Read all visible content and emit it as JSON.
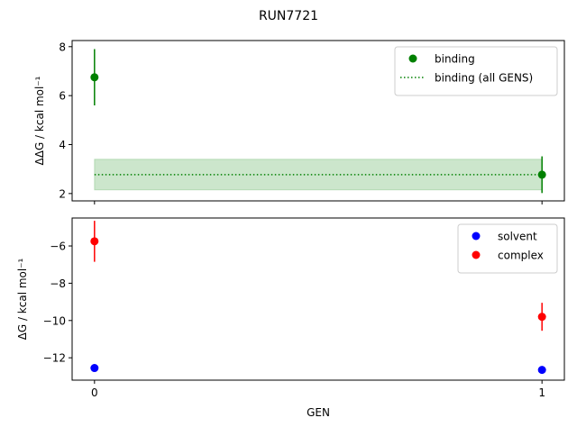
{
  "figure": {
    "title": "RUN7721"
  },
  "chart_data": [
    {
      "type": "scatter",
      "ylabel": "ΔΔG / kcal mol⁻¹",
      "xlim": [
        -0.05,
        1.05
      ],
      "ylim": [
        1.7,
        8.25
      ],
      "yticks": [
        2,
        4,
        6,
        8
      ],
      "xticks": [
        0,
        1
      ],
      "xticklabels_visible": false,
      "legend_position": "top-right",
      "series": [
        {
          "name": "binding",
          "kind": "points",
          "color": "#008000",
          "x": [
            0,
            1
          ],
          "y": [
            6.75,
            2.77
          ],
          "err": [
            1.15,
            0.75
          ]
        }
      ],
      "band": {
        "name": "binding (all GENS)",
        "color": "#008000",
        "x": [
          0,
          1
        ],
        "y": 2.77,
        "lower": 2.15,
        "upper": 3.4,
        "style": "dotted"
      }
    },
    {
      "type": "scatter",
      "ylabel": "ΔG / kcal mol⁻¹",
      "xlabel": "GEN",
      "xlim": [
        -0.05,
        1.05
      ],
      "ylim": [
        -13.2,
        -4.5
      ],
      "yticks": [
        -12,
        -10,
        -8,
        -6
      ],
      "xticks": [
        0,
        1
      ],
      "xticklabels": [
        "0",
        "1"
      ],
      "legend_position": "top-right",
      "series": [
        {
          "name": "solvent",
          "color": "#0000ff",
          "x": [
            0,
            1
          ],
          "y": [
            -12.55,
            -12.65
          ],
          "err": [
            0.1,
            0.1
          ]
        },
        {
          "name": "complex",
          "color": "#ff0000",
          "x": [
            0,
            1
          ],
          "y": [
            -5.75,
            -9.8
          ],
          "err": [
            1.1,
            0.75
          ]
        }
      ]
    }
  ]
}
